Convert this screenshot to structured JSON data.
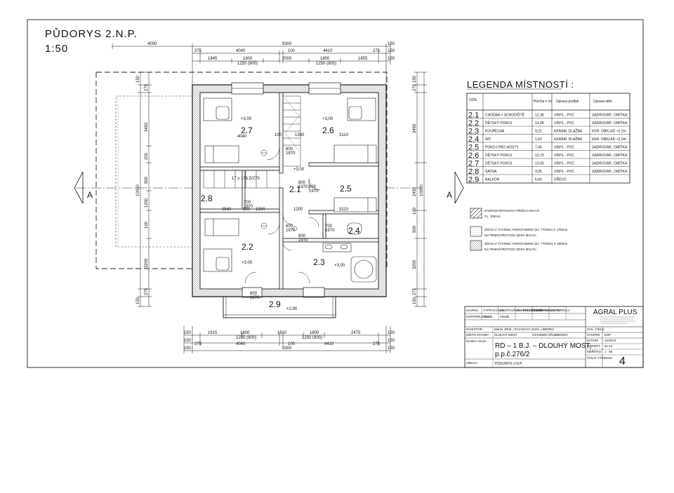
{
  "drawing": {
    "title": "PŮDORYS 2.N.P.",
    "scale": "1:50",
    "section_mark": "A"
  },
  "dims": {
    "top_row1": [
      "4000",
      "9300",
      "150"
    ],
    "top_row2": [
      "275",
      "4040",
      "100",
      "4410",
      "275",
      "150"
    ],
    "top_row3": [
      "1845",
      "1800",
      "2000",
      "1800",
      "1855",
      "150"
    ],
    "top_row3_sub": [
      "1250 (900)",
      "1250 (900)"
    ],
    "bot_row1": [
      "150",
      "1615",
      "1800",
      "1610",
      "1800",
      "2475",
      "150"
    ],
    "bot_row1_sub": [
      "1250 (900)",
      "1250 (900)"
    ],
    "bot_row2": [
      "150",
      "275",
      "4040",
      "100",
      "4410",
      "275",
      "150"
    ],
    "bot_row3": [
      "150",
      "9300",
      "150"
    ],
    "left_total": "10000",
    "left_parts": [
      "150",
      "275",
      "3450",
      "200",
      "900",
      "1200",
      "100",
      "3200",
      "275",
      "150"
    ],
    "right_parts": [
      "150",
      "275",
      "3450",
      "2450",
      "100",
      "900",
      "3200",
      "275",
      "150"
    ],
    "right_total": "10000",
    "inner": [
      "4040",
      "100",
      "1300",
      "3110",
      "2540",
      "100",
      "1900",
      "1200",
      "3110"
    ]
  },
  "rooms": [
    {
      "num": "2.7",
      "level": "+3,00"
    },
    {
      "num": "2.6",
      "level": "+3,00"
    },
    {
      "num": "2.1",
      "level": "+3,00"
    },
    {
      "num": "2.8",
      "level": ""
    },
    {
      "num": "2.5",
      "level": ""
    },
    {
      "num": "2.2",
      "level": "+3,00"
    },
    {
      "num": "2.4",
      "level": ""
    },
    {
      "num": "2.3",
      "level": "+3,00"
    },
    {
      "num": "2.9",
      "level": "+2,90"
    }
  ],
  "doors": [
    "600\n1970",
    "800\n1970",
    "700\n1970",
    "800\n1970",
    "600\n1970",
    "700\n1970",
    "800\n1970",
    "800\n1970"
  ],
  "stair": "17 x 176,5/270",
  "legend": {
    "title": "LEGENDA MÍSTNOSTÍ :",
    "headers": [
      "OZN.",
      "Plocha v m²",
      "Úprava podlah",
      "Úprava stěn"
    ],
    "rows": [
      {
        "id": "2.1",
        "name": "CHODBA + SCHODIŠTĚ",
        "area": "12,38",
        "floor": "VINYL - PVC",
        "wall": "SÁDROVÁP., OMÍTKA"
      },
      {
        "id": "2.2",
        "name": "DĚTSKÝ POKOJ",
        "area": "13,28",
        "floor": "VINYL - PVC",
        "wall": "SÁDROVÁP., OMÍTKA"
      },
      {
        "id": "2.3",
        "name": "KOUPELNA",
        "area": "9,21",
        "floor": "KERAM. DLAŽBA",
        "wall": "KER. OBKLAD +2,2m"
      },
      {
        "id": "2.4",
        "name": "WC",
        "area": "1,62",
        "floor": "KERAM. DLAŽBA",
        "wall": "KER. OBKLAD +2,2m"
      },
      {
        "id": "2.5",
        "name": "POKOJ PRO HOSTY",
        "area": "7,46",
        "floor": "VINYL - PVC",
        "wall": "SÁDROVÁP., OMÍTKA"
      },
      {
        "id": "2.6",
        "name": "DĚTSKÝ POKOJ",
        "area": "13,73",
        "floor": "VINYL - PVC",
        "wall": "SÁDROVÁP., OMÍTKA"
      },
      {
        "id": "2.7",
        "name": "DĚTSKÝ POKOJ",
        "area": "13,93",
        "floor": "VINYL - PVC",
        "wall": "SÁDROVÁP., OMÍTKA"
      },
      {
        "id": "2.8",
        "name": "ŠATNA",
        "area": "3,05",
        "floor": "VINYL - PVC",
        "wall": "SÁDROVÁP., OMÍTKA"
      },
      {
        "id": "2.9",
        "name": "BALKON",
        "area": "6,60",
        "floor": "DŘEVO",
        "wall": ""
      }
    ]
  },
  "materials": [
    {
      "line1": "SÁDROKARTONOVÁ PŘÍČKA KNAUF",
      "line2": "TL. 100mm"
    },
    {
      "line1": "ZDIVO Z TVÁRNIC POROTHERM (viz. YTONG) tl. 375mm",
      "line2": "NA TENKOVRSTVOU ZDICÍ MALTU"
    },
    {
      "line1": "ZDIVO Z TVÁRNIC POROTHERM (viz. YTONG) tl. 300mm",
      "line2": "NA TENKOVRSTVOU ZDICÍ MALTU"
    }
  ],
  "titleblock": {
    "company": "AGRAL PLUS",
    "hdr1": [
      "NAVRHL",
      "VYPRACOVAL",
      "ZODPOVĚDNÝ PROJEKTANT",
      "HLAVNÍ INŽENÝR PROJEKTU",
      "TECHNICKÁ KONTROLA"
    ],
    "hdr2": [
      "KONTROLOVAL",
      "Vlasák",
      "Vlasák"
    ],
    "investor_label": "INVESTOR :",
    "investor": "Marek JIŘIK, VOJANOVA 234/3, LIBEREC",
    "place_label": "MÍSTO STAVBY :",
    "place": "DLOUHÝ MOST",
    "area_label": "STAVEBNÍ ÚŘAD :",
    "area": "LIBEREC",
    "project_label": "NÁZEV AKCE :",
    "project_line1": "RD – 1 B.J. – DLOUHÝ MOST,",
    "project_line2": "p.p.č.276/2",
    "content_label": "OBSAH :",
    "content": "PŮDORYS 2.N.P.",
    "meta_labels": [
      "ZAK. ČÍSLO",
      "STUPEŇ",
      "DATUM",
      "FORMÁT",
      "MĚŘÍTKO",
      "ČÍSLO VÝKRESU"
    ],
    "meta_values": [
      "",
      "DSP",
      "12/2013",
      "6x A4",
      "1 : 50",
      "4"
    ]
  }
}
